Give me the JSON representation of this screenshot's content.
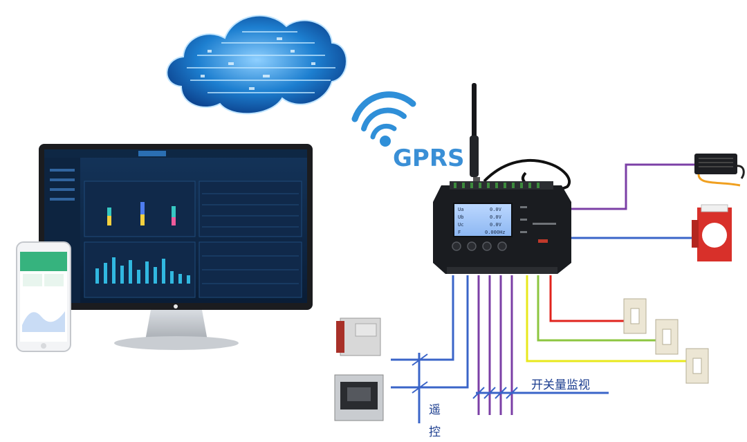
{
  "labels": {
    "gprs": "GPRS",
    "switch_monitor": "开关量监视",
    "remote_control_1": "遥",
    "remote_control_2": "控"
  },
  "device_screen": {
    "rows": [
      {
        "name": "Ua",
        "value": "0.0V"
      },
      {
        "name": "Ub",
        "value": "0.0V"
      },
      {
        "name": "Uc",
        "value": "0.0V"
      },
      {
        "name": "F",
        "value": "0.000Hz"
      }
    ]
  },
  "colors": {
    "wire_purple": "#7b3fa6",
    "wire_blue": "#3a64c8",
    "wire_red": "#e0231d",
    "wire_green": "#8cc63f",
    "wire_yellow": "#e8e81c",
    "gprs_text": "#3a8fd6",
    "device_body": "#1a1c20",
    "cloud_blue": "#1778c9"
  },
  "icons": [
    "cloud-icon",
    "wifi-icon",
    "monitor-icon",
    "phone-icon",
    "sensor-icon",
    "ct-clamp-icon",
    "breaker-icon",
    "current-transformer-icon"
  ]
}
